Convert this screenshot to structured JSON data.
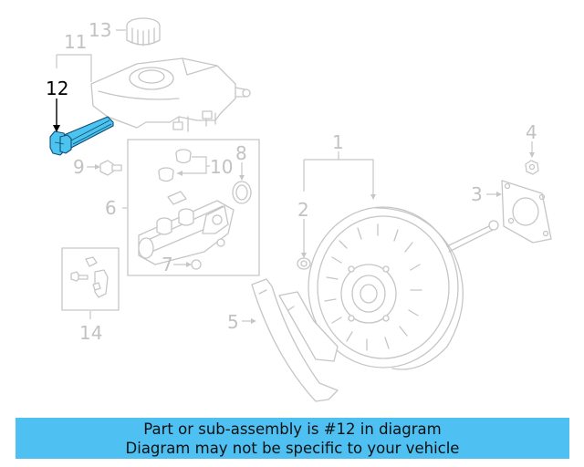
{
  "diagram": {
    "callouts": {
      "p1": "1",
      "p2": "2",
      "p3": "3",
      "p4": "4",
      "p5": "5",
      "p6": "6",
      "p7": "7",
      "p8": "8",
      "p9": "9",
      "p10": "10",
      "p11": "11",
      "p12": "12",
      "p13": "13",
      "p14": "14"
    },
    "highlighted_part": "12",
    "colors": {
      "highlight": "#4dc3f0",
      "outline": "#c6c6c6",
      "banner": "#4ec0f2"
    }
  },
  "banner": {
    "line1": "Part or sub-assembly is #12 in diagram",
    "line2": "Diagram may not be specific to your vehicle"
  }
}
